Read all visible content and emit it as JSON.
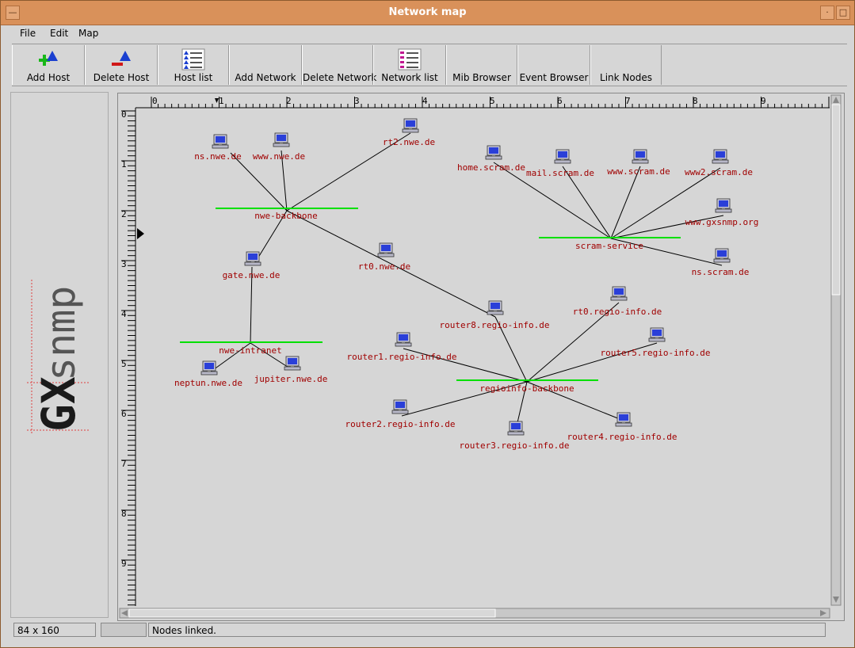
{
  "window": {
    "title": "Network map"
  },
  "menu": {
    "file": "File",
    "edit": "Edit",
    "map": "Map"
  },
  "toolbar": {
    "add_host": "Add Host",
    "delete_host": "Delete Host",
    "host_list": "Host list",
    "add_network": "Add Network",
    "delete_network": "Delete Network",
    "network_list": "Network list",
    "mib_browser": "Mib Browser",
    "event_browser": "Event Browser",
    "link_nodes": "Link Nodes"
  },
  "ruler": {
    "x": [
      "0",
      "1",
      "2",
      "3",
      "4",
      "5",
      "6",
      "7",
      "8",
      "9"
    ],
    "y": [
      "0",
      "1",
      "2",
      "3",
      "4",
      "5",
      "6",
      "7",
      "8",
      "9"
    ]
  },
  "hosts": {
    "ns_nwe": "ns.nwe.de",
    "www_nwe": "www.nwe.de",
    "rt2_nwe": "rt2.nwe.de",
    "home_scram": "home.scram.de",
    "mail_scram": "mail.scram.de",
    "www_scram": "www.scram.de",
    "www2_scram": "www2.scram.de",
    "www_gxsnmp": "www.gxsnmp.org",
    "ns_scram": "ns.scram.de",
    "gate_nwe": "gate.nwe.de",
    "rt0_nwe": "rt0.nwe.de",
    "rt0_regio": "rt0.regio-info.de",
    "router8": "router8.regio-info.de",
    "router1": "router1.regio-info.de",
    "router5": "router5.regio-info.de",
    "neptun_nwe": "neptun.nwe.de",
    "jupiter_nwe": "jupiter.nwe.de",
    "router2": "router2.regio-info.de",
    "router3": "router3.regio-info.de",
    "router4": "router4.regio-info.de"
  },
  "networks": {
    "nwe_backbone": "nwe-backbone",
    "scram_service": "scram-service",
    "nwe_intranet": "nwe-intranet",
    "regioinfo_backbone": "regioinfo-backbone"
  },
  "status": {
    "coords": "84 x 160",
    "message": "Nodes linked."
  },
  "colors": {
    "title_bar": "#d9915a",
    "network_line": "#00e000",
    "node_label": "#a00000"
  }
}
